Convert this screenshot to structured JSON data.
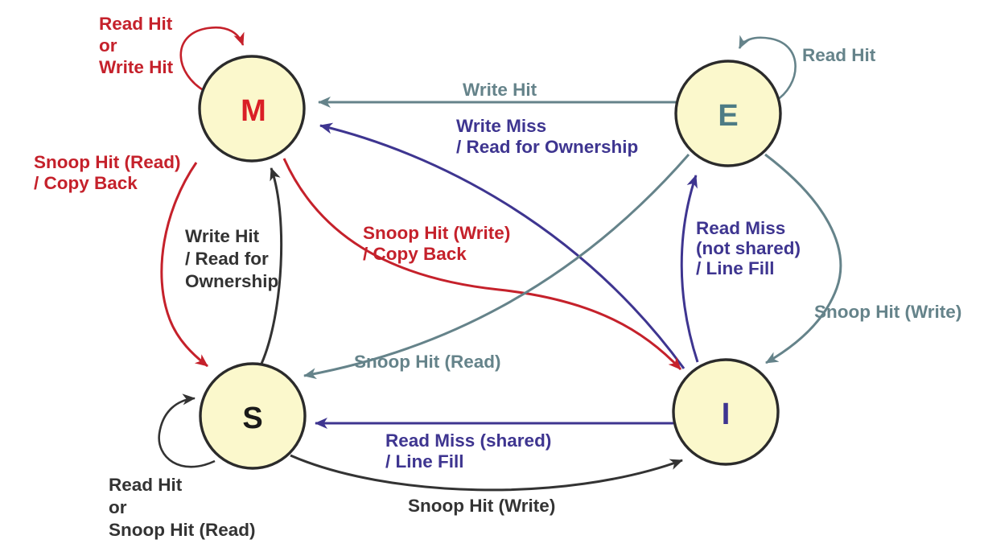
{
  "diagram": {
    "kind": "state-transition-diagram",
    "subject": "MESI cache coherence protocol"
  },
  "colors": {
    "red": "#c5212b",
    "gray": "#65838a",
    "purple": "#3e3590",
    "black": "#333333",
    "state_fill": "#fbf8cc",
    "state_stroke": "#2b2b2b",
    "letter_m": "#da1f26",
    "letter_e": "#4d7c85",
    "letter_s": "#1a1a1a",
    "letter_i": "#3e3590"
  },
  "states": {
    "m": {
      "label": "M"
    },
    "e": {
      "label": "E"
    },
    "s": {
      "label": "S"
    },
    "i": {
      "label": "I"
    }
  },
  "transitions": {
    "m_self": {
      "from": "M",
      "to": "M",
      "lines": [
        "Read Hit",
        "or",
        "Write Hit"
      ]
    },
    "e_to_m": {
      "from": "E",
      "to": "M",
      "lines": [
        "Write Hit"
      ]
    },
    "i_to_m": {
      "from": "I",
      "to": "M",
      "lines": [
        "Write Miss",
        "/ Read for Ownership"
      ]
    },
    "e_self": {
      "from": "E",
      "to": "E",
      "lines": [
        "Read Hit"
      ]
    },
    "m_to_s": {
      "from": "M",
      "to": "S",
      "lines": [
        "Snoop Hit (Read)",
        "/ Copy Back"
      ]
    },
    "s_to_m": {
      "from": "S",
      "to": "M",
      "lines": [
        "Write Hit",
        "/ Read for",
        "Ownership"
      ]
    },
    "m_to_i": {
      "from": "M",
      "to": "I",
      "lines": [
        "Snoop Hit (Write)",
        "/ Copy Back"
      ]
    },
    "i_to_e": {
      "from": "I",
      "to": "E",
      "lines": [
        "Read Miss",
        "(not shared)",
        "/ Line Fill"
      ]
    },
    "e_to_i": {
      "from": "E",
      "to": "I",
      "lines": [
        "Snoop Hit (Write)"
      ]
    },
    "e_to_s": {
      "from": "E",
      "to": "S",
      "lines": [
        "Snoop Hit (Read)"
      ]
    },
    "s_self": {
      "from": "S",
      "to": "S",
      "lines": [
        "Read Hit",
        "or",
        "Snoop Hit (Read)"
      ]
    },
    "i_to_s": {
      "from": "I",
      "to": "S",
      "lines": [
        "Read Miss (shared)",
        "/ Line Fill"
      ]
    },
    "s_to_i": {
      "from": "S",
      "to": "I",
      "lines": [
        "Snoop Hit (Write)"
      ]
    }
  }
}
